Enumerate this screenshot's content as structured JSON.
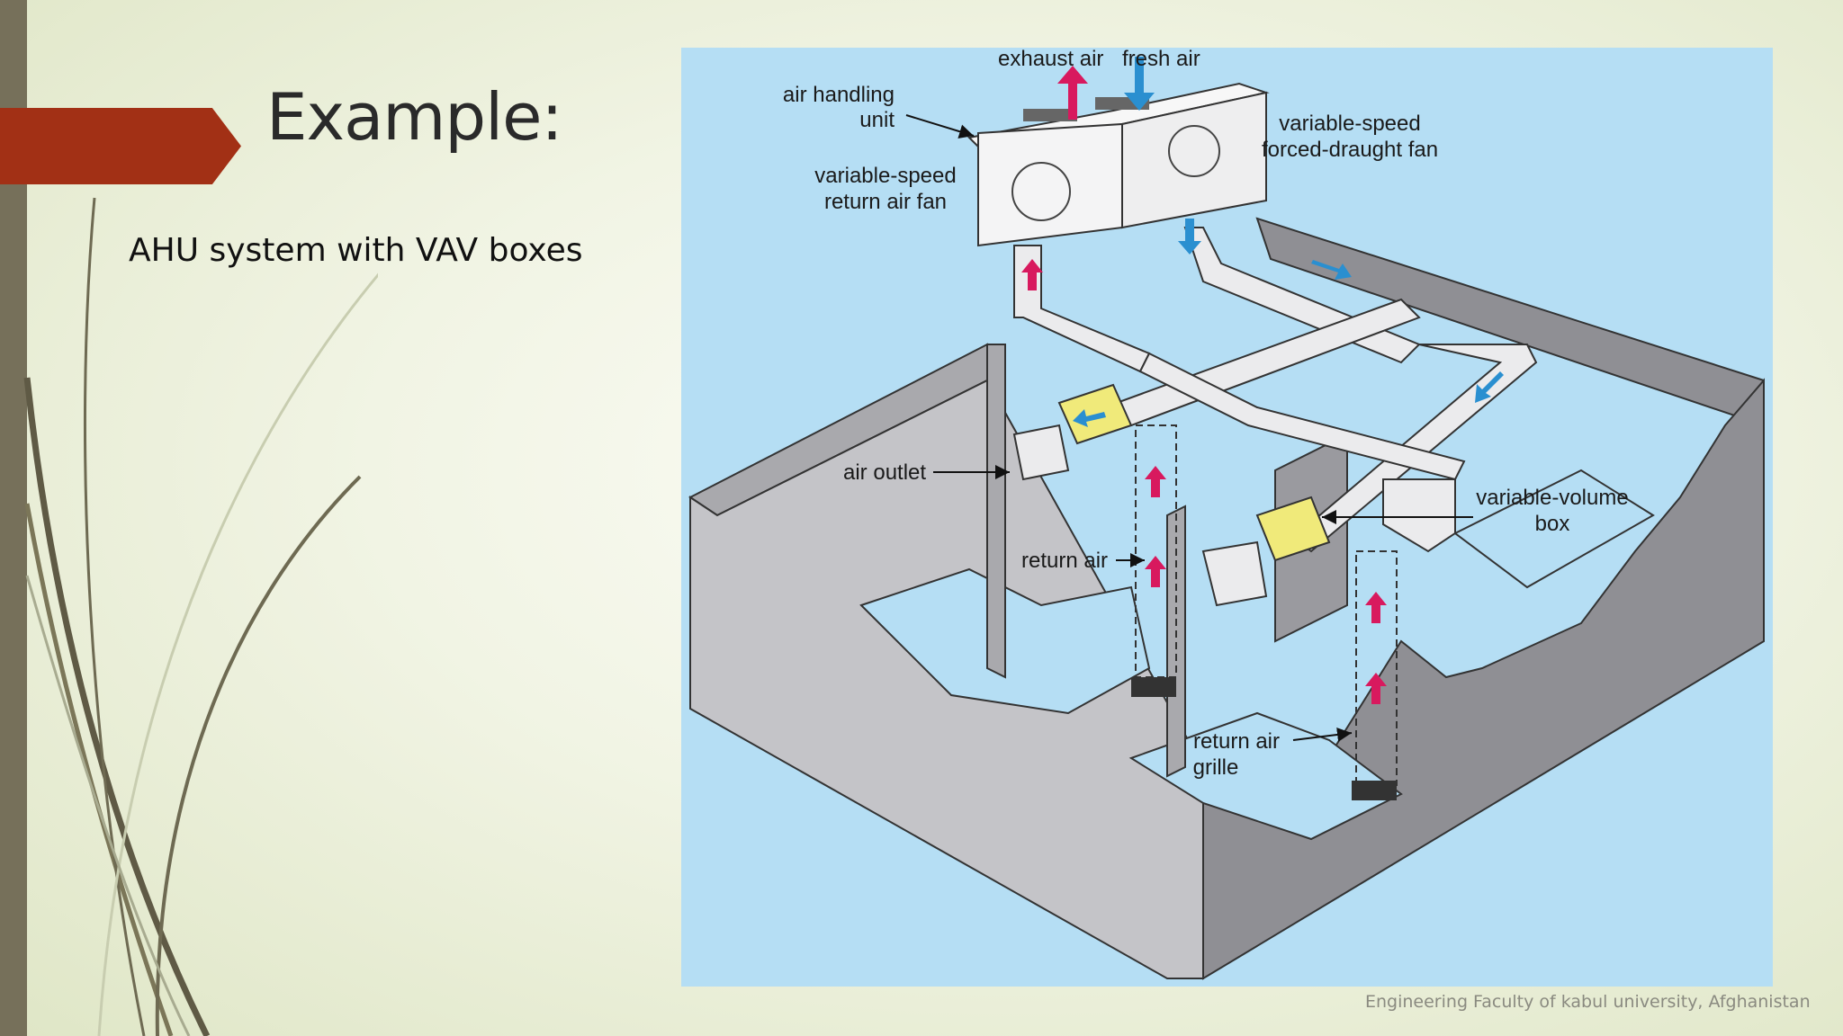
{
  "slide": {
    "title": "Example:",
    "subtitle": "AHU system with VAV boxes",
    "footer": "Engineering Faculty of kabul university, Afghanistan"
  },
  "diagram": {
    "labels": {
      "exhaust_air": "exhaust air",
      "fresh_air": "fresh air",
      "ahu_line1": "air handling",
      "ahu_line2": "unit",
      "fan_forced_line1": "variable-speed",
      "fan_forced_line2": "forced-draught fan",
      "fan_return_line1": "variable-speed",
      "fan_return_line2": "return air fan",
      "air_outlet": "air outlet",
      "return_air": "return air",
      "vav_line1": "variable-volume",
      "vav_line2": "box",
      "grille_line1": "return air",
      "grille_line2": "grille"
    },
    "colors": {
      "background": "#b5def4",
      "supply_arrow": "#2a8fd0",
      "return_arrow": "#d8195e",
      "vav_box": "#f0ea7a",
      "wall_top": "#a9a9ad",
      "wall_side": "#c4c4c8"
    }
  }
}
